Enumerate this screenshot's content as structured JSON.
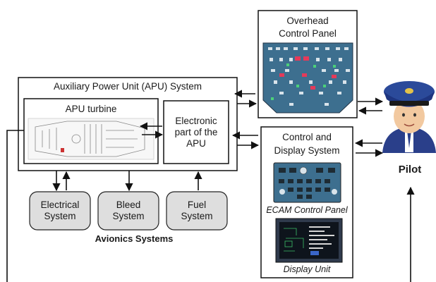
{
  "apu_system": {
    "title": "Auxiliary Power Unit (APU) System",
    "turbine_label": "APU turbine",
    "electronic_part_label": "Electronic\npart of the\nAPU"
  },
  "overhead_panel": {
    "title_line1": "Overhead",
    "title_line2": "Control Panel"
  },
  "control_display": {
    "title_line1": "Control and",
    "title_line2": "Display System",
    "ecam_caption": "ECAM Control Panel",
    "display_caption": "Display Unit"
  },
  "avionics": {
    "title": "Avionics Systems",
    "electrical": "Electrical\nSystem",
    "bleed": "Bleed\nSystem",
    "fuel": "Fuel\nSystem"
  },
  "pilot": {
    "label": "Pilot"
  },
  "colors": {
    "panel_blue": "#3d6f8f",
    "subsystem_fill": "#dedede",
    "pilot_cap": "#2b4a9a",
    "pilot_face": "#f2c9a0"
  }
}
